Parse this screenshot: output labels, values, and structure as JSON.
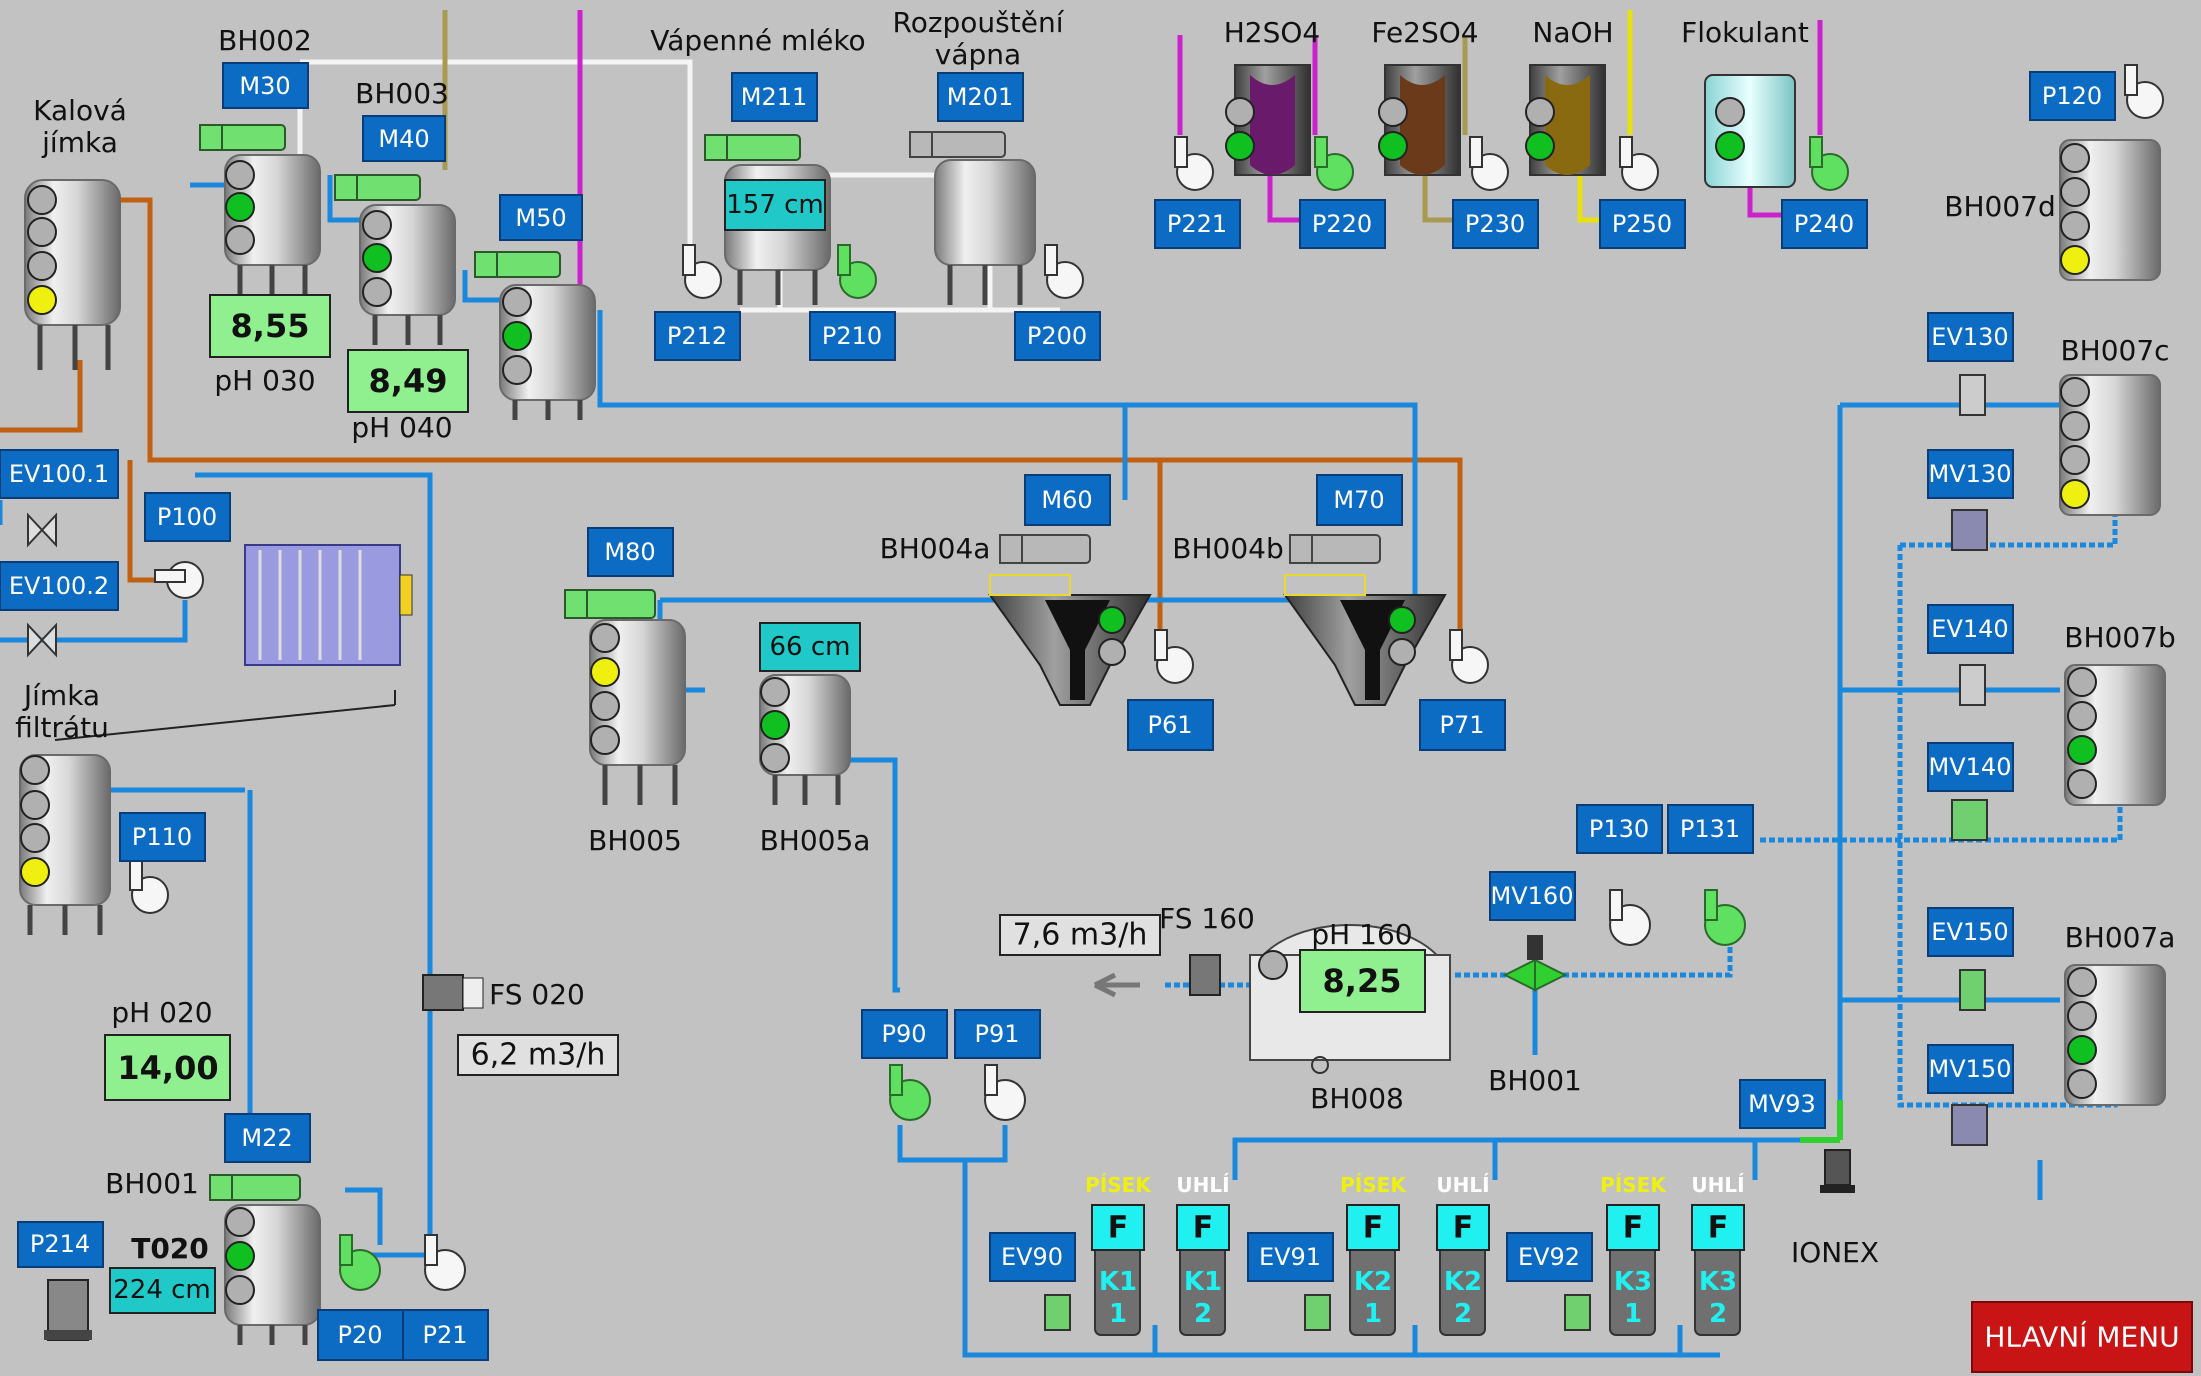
{
  "colors": {
    "background": "#c2c2c2",
    "tag": "#0c6cc4",
    "water_pipe": "#1a88dd",
    "sludge_pipe": "#c06010",
    "indicator_on": "#10c020",
    "indicator_off": "#b0b0b0",
    "indicator_warn": "#f0f010",
    "menu": "#c81414"
  },
  "tanks": {
    "kalova_jimka": "Kalová\njímka",
    "bh002": "BH002",
    "bh003": "BH003",
    "vapenne_mleko": "Vápenné mléko",
    "rozpousteni": "Rozpouštění\nvápna",
    "h2so4": "H2SO4",
    "fe2so4": "Fe2SO4",
    "naoh": "NaOH",
    "flokulant": "Flokulant",
    "bh007d": "BH007d",
    "bh007c": "BH007c",
    "bh007b": "BH007b",
    "bh007a": "BH007a",
    "bh004a": "BH004a",
    "bh004b": "BH004b",
    "bh005": "BH005",
    "bh005a": "BH005a",
    "jimka_filtratu": "Jímka\nfiltrátu",
    "bh001": "BH001",
    "t020": "T020",
    "bh008": "BH008",
    "bh001_valve": "BH001",
    "ionex": "IONEX"
  },
  "tags": {
    "m30": "M30",
    "m40": "M40",
    "m50": "M50",
    "m211": "M211",
    "m201": "M201",
    "m60": "M60",
    "m70": "M70",
    "m80": "M80",
    "m22": "M22",
    "p212": "P212",
    "p210": "P210",
    "p200": "P200",
    "p221": "P221",
    "p220": "P220",
    "p230": "P230",
    "p250": "P250",
    "p240": "P240",
    "p120": "P120",
    "p100": "P100",
    "p110": "P110",
    "p61": "P61",
    "p71": "P71",
    "p90": "P90",
    "p91": "P91",
    "p130": "P130",
    "p131": "P131",
    "p214": "P214",
    "p20": "P20",
    "p21": "P21",
    "ev1001": "EV100.1",
    "ev1002": "EV100.2",
    "ev130": "EV130",
    "mv130": "MV130",
    "ev140": "EV140",
    "mv140": "MV140",
    "ev150": "EV150",
    "mv150": "MV150",
    "mv160": "MV160",
    "mv93": "MV93",
    "ev90": "EV90",
    "ev91": "EV91",
    "ev92": "EV92"
  },
  "measurements": {
    "ph030_value": "8,55",
    "ph030_label": "pH 030",
    "ph040_value": "8,49",
    "ph040_label": "pH 040",
    "ph020_value": "14,00",
    "ph020_label": "pH 020",
    "ph160_value": "8,25",
    "ph160_label": "pH 160",
    "level_m211": "157 cm",
    "level_bh005a": "66 cm",
    "level_t020": "224 cm",
    "fs160_label": "FS 160",
    "fs160_value": "7,6 m3/h",
    "fs020_label": "FS 020",
    "fs020_value": "6,2 m3/h"
  },
  "filters": {
    "f": "F",
    "pisek": "PÍSEK",
    "uhli": "UHLÍ",
    "k11a": "K1",
    "k11b": "1",
    "k12a": "K1",
    "k12b": "2",
    "k21a": "K2",
    "k21b": "1",
    "k22a": "K2",
    "k22b": "2",
    "k31a": "K3",
    "k31b": "1",
    "k32a": "K3",
    "k32b": "2"
  },
  "menu": {
    "label": "HLAVNÍ MENU"
  }
}
